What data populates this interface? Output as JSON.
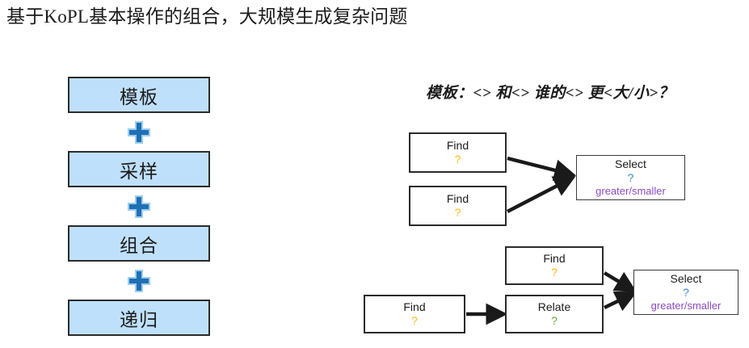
{
  "slide": {
    "title": "基于KoPL基本操作的组合，大规模生成复杂问题",
    "template_line": "模板：<> 和<> 谁的<> 更<大/小>？"
  },
  "colors": {
    "box_fill": "#BFE0FB",
    "box_border": "#2B2B2B",
    "plus": "#1F6FB4",
    "plus_outline": "#9DCDEF",
    "q_orange": "#FFB81C",
    "q_green": "#6AAA3C",
    "q_blue": "#3C8DD0",
    "sub_purple": "#8B4BBF",
    "arrow": "#1A1A1A",
    "title_text": "#1B1B1B"
  },
  "pipeline": {
    "steps": [
      {
        "label": "模板"
      },
      {
        "label": "采样"
      },
      {
        "label": "组合"
      },
      {
        "label": "递归"
      }
    ],
    "connector_icon": "plus-icon"
  },
  "flow_top": {
    "nodes": [
      {
        "id": "find-1",
        "title": "Find",
        "q": "?",
        "q_color": "orange",
        "sub": ""
      },
      {
        "id": "find-2",
        "title": "Find",
        "q": "?",
        "q_color": "orange",
        "sub": ""
      },
      {
        "id": "select-1",
        "title": "Select",
        "q": "?",
        "q_color": "blue",
        "sub": "greater/smaller"
      }
    ],
    "edges": [
      {
        "from": "find-1",
        "to": "select-1"
      },
      {
        "from": "find-2",
        "to": "select-1"
      }
    ]
  },
  "flow_bottom": {
    "nodes": [
      {
        "id": "find-3",
        "title": "Find",
        "q": "?",
        "q_color": "orange",
        "sub": ""
      },
      {
        "id": "find-4",
        "title": "Find",
        "q": "?",
        "q_color": "orange",
        "sub": ""
      },
      {
        "id": "relate-1",
        "title": "Relate",
        "q": "?",
        "q_color": "green",
        "sub": ""
      },
      {
        "id": "select-2",
        "title": "Select",
        "q": "?",
        "q_color": "blue",
        "sub": "greater/smaller"
      }
    ],
    "edges": [
      {
        "from": "find-4",
        "to": "relate-1"
      },
      {
        "from": "find-3",
        "to": "select-2"
      },
      {
        "from": "relate-1",
        "to": "select-2"
      }
    ]
  }
}
